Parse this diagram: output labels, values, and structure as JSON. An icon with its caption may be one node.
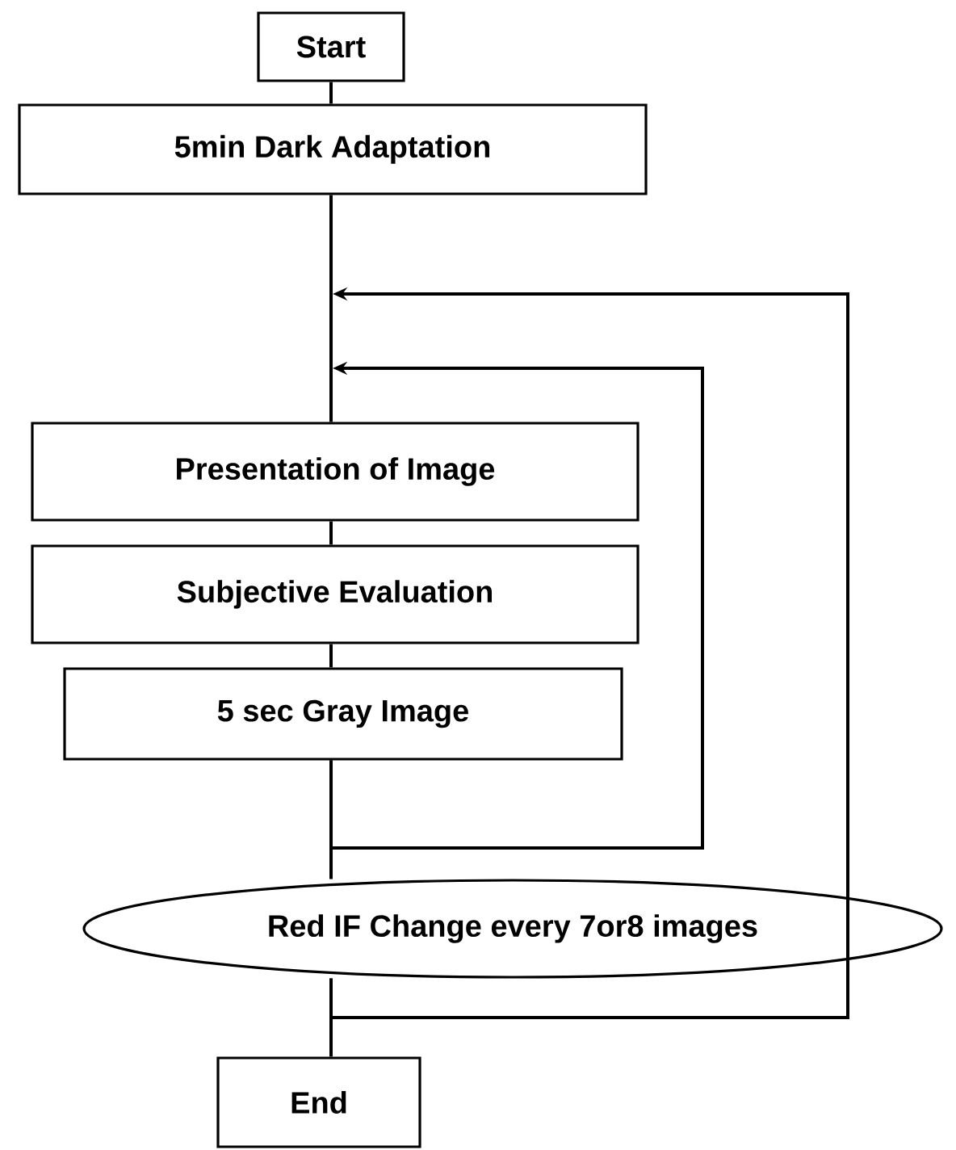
{
  "diagram": {
    "nodes": [
      {
        "text": [
          "Start"
        ]
      },
      {
        "text": [
          "5min Dark Adaptation"
        ]
      },
      {
        "text": [
          "Presentation of Image"
        ]
      },
      {
        "text": [
          "Subjective Evaluation"
        ]
      },
      {
        "text": [
          "5 sec Gray Image"
        ]
      },
      {
        "text": [
          "Red IF Change every 7or8 images"
        ]
      },
      {
        "text": [
          "End"
        ]
      }
    ],
    "edges": [
      {
        "from": 0,
        "to": 1,
        "arrow": "none"
      },
      {
        "from": 1,
        "to": 2,
        "arrow": "none"
      },
      {
        "from": 2,
        "to": 3,
        "arrow": "none"
      },
      {
        "from": 3,
        "to": 4,
        "arrow": "none"
      },
      {
        "from": 4,
        "to": 5,
        "arrow": "none"
      },
      {
        "from": 5,
        "to": 6,
        "arrow": "none"
      },
      {
        "from": 4,
        "to": null,
        "arrow": "to"
      },
      {
        "from": 5,
        "to": null,
        "arrow": "to"
      }
    ]
  }
}
